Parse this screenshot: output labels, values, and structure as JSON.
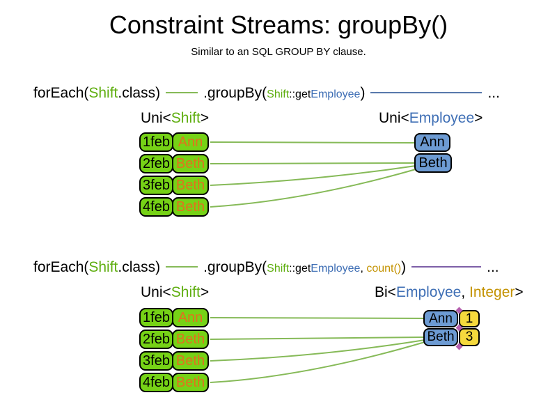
{
  "title": "Constraint Streams: groupBy()",
  "subtitle": "Similar to an SQL GROUP BY clause.",
  "colors": {
    "shift_green": "#76d216",
    "shift_text_green": "#5fae10",
    "employee_blue": "#6d9bd3",
    "employee_text_blue": "#3f6fb5",
    "name_orange": "#e2711d",
    "integer_gold": "#c39200",
    "count_yellow": "#f5d93d",
    "wire_green": "#86ba58",
    "wire_blue": "#5878ab",
    "wire_purple": "#7d5fa8",
    "tuple_diamond_purple": "#b55fae"
  },
  "section1": {
    "code": {
      "foreach_open": "forEach(",
      "foreach_type": "Shift",
      "foreach_close": ".class)",
      "groupby_open": ".groupBy(",
      "arg_type": "Shift",
      "arg_accessor": "::get",
      "arg_return": "Employee",
      "groupby_close": ")",
      "ellipsis": "..."
    },
    "left_stream_label": {
      "prefix": "Uni<",
      "type": "Shift",
      "suffix": ">"
    },
    "right_stream_label": {
      "prefix": "Uni<",
      "type": "Employee",
      "suffix": ">"
    },
    "shifts": [
      {
        "date": "1feb",
        "employee": "Ann"
      },
      {
        "date": "2feb",
        "employee": "Beth"
      },
      {
        "date": "3feb",
        "employee": "Beth"
      },
      {
        "date": "4feb",
        "employee": "Beth"
      }
    ],
    "groups": [
      {
        "employee": "Ann"
      },
      {
        "employee": "Beth"
      }
    ]
  },
  "section2": {
    "code": {
      "foreach_open": "forEach(",
      "foreach_type": "Shift",
      "foreach_close": ".class)",
      "groupby_open": ".groupBy(",
      "arg_type": "Shift",
      "arg_accessor": "::get",
      "arg_return": "Employee",
      "arg_separator": ", ",
      "collector": "count()",
      "groupby_close": ")",
      "ellipsis": "..."
    },
    "left_stream_label": {
      "prefix": "Uni<",
      "type": "Shift",
      "suffix": ">"
    },
    "right_stream_label": {
      "prefix": "Bi<",
      "type1": "Employee",
      "separator": ", ",
      "type2": "Integer",
      "suffix": ">"
    },
    "shifts": [
      {
        "date": "1feb",
        "employee": "Ann"
      },
      {
        "date": "2feb",
        "employee": "Beth"
      },
      {
        "date": "3feb",
        "employee": "Beth"
      },
      {
        "date": "4feb",
        "employee": "Beth"
      }
    ],
    "groups": [
      {
        "employee": "Ann",
        "count": "1"
      },
      {
        "employee": "Beth",
        "count": "3"
      }
    ]
  }
}
